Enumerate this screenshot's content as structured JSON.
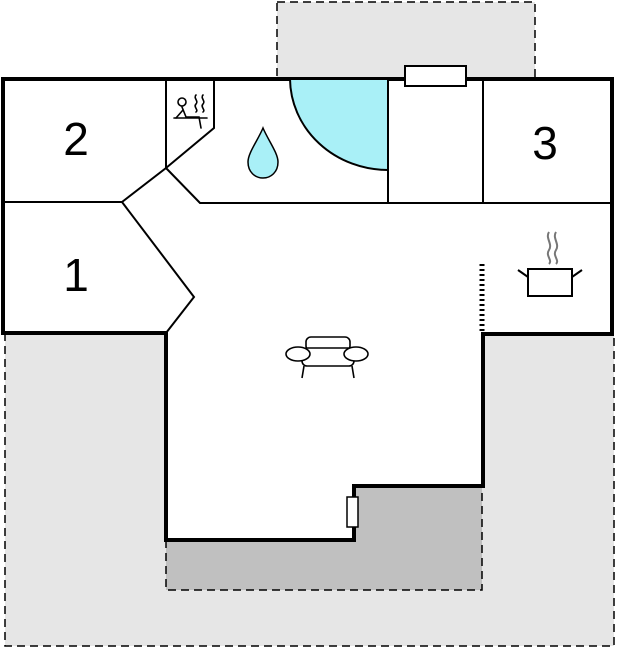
{
  "floorplan": {
    "rooms": [
      {
        "id": "room-1",
        "label": "1"
      },
      {
        "id": "room-2",
        "label": "2"
      },
      {
        "id": "room-3",
        "label": "3"
      }
    ],
    "icons": {
      "sauna": "sauna-icon",
      "bathroom": "water-drop-icon",
      "kitchen": "cooking-pot-icon",
      "living_room": "sofa-icon"
    },
    "colors": {
      "outdoor_area": "#e6e6e6",
      "terrace": "#c0c0c0",
      "pool": "#a9f0f7",
      "walls": "#000000"
    }
  }
}
